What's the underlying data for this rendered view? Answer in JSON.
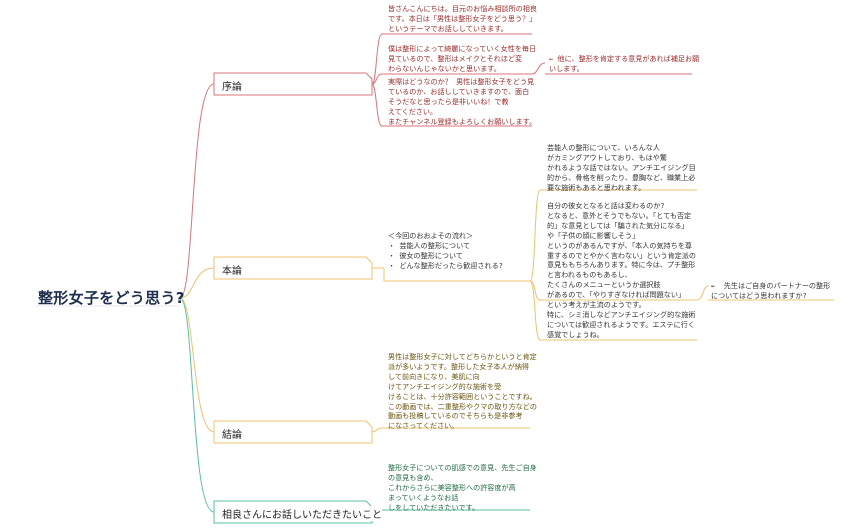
{
  "root": {
    "title": "整形女子をどう思う?"
  },
  "branches": [
    {
      "label": "序論",
      "color": "#d9747a",
      "notes": [
        "皆さんこんにちは。目元のお悩み相談所の相良\nです。本日は「男性は整形女子をどう思う？」\nというテーマでお話ししていきます。",
        "僕は整形によって綺麗になっていく女性を毎日\n見ているので、整形はメイクとそれほど変\nわらないんじゃないかと思います。",
        "実際はどうなのか？ 男性は整形女子をどう見\nているのか、お話ししていきますので、面白\nそうだなと思ったら是非いいね！で教\nえてください。\nまたチャンネル登録もよろしくお願いします。"
      ],
      "side_note": "← 他に、整形を肯定する意見があれば補足お願\nいします。"
    },
    {
      "label": "本論",
      "color": "#f0c070",
      "outline": "＜今回のおおよその流れ＞\n・ 芸能人の整形について\n・ 彼女の整形について\n・ どんな整形だったら歓迎される?",
      "notes": [
        "芸能人の整形について、いろんな人\nがカミングアウトしており、もはや驚\nかれるような話ではない。アンチエイジング目\n的から、骨格を削ったり、豊胸など、職業上必\n要な施術もあると思われます。",
        "自分の彼女となると話は変わるのか?\nとなると、意外とそうでもない。「とても否定\n的」な意見としては「騙された気分になる」\nや「子供の顔に影響しそう」\nというのがあるんですが、「本人の気持ちを尊\n重するのでとやかく言わない」という肯定派の\n意見ももちろんあります。特に今は、プチ整形\nと言われるものもあるし、\nたくさんのメニューというか選択肢\nがあるので、「やりすぎなければ問題ない」\nという考えが主流のようです。",
        "特に、シミ消しなどアンチエイジング的な施術\nについては歓迎されるようです。エステに行く\n感覚でしょうね。"
      ],
      "side_note": "←  先生はご自身のパートナーの整形\nについてはどう思われますか?"
    },
    {
      "label": "結論",
      "color": "#f0c070",
      "notes": [
        "男性は整形女子に対してどちらかというと肯定\n派が多いようです。整形した女子本人が納得\nして前向きになり、美肌に向\nけてアンチエイジング的な施術を受\nけることは、十分許容範囲ということですね。\nこの動画では、二重整形やクマの取り方などの\n動画も投稿しているのでそちらも是非参考\nになさってください。"
      ]
    },
    {
      "label": "相良さんにお話しいただきたいこと",
      "color": "#58c0a0",
      "notes": [
        "整形女子についての肌感での意見、先生ご自身\nの意見も含め、\nこれからさらに美容整形への許容度が高\nまっていくようなお話\nしをしていただきたいです。"
      ]
    }
  ]
}
